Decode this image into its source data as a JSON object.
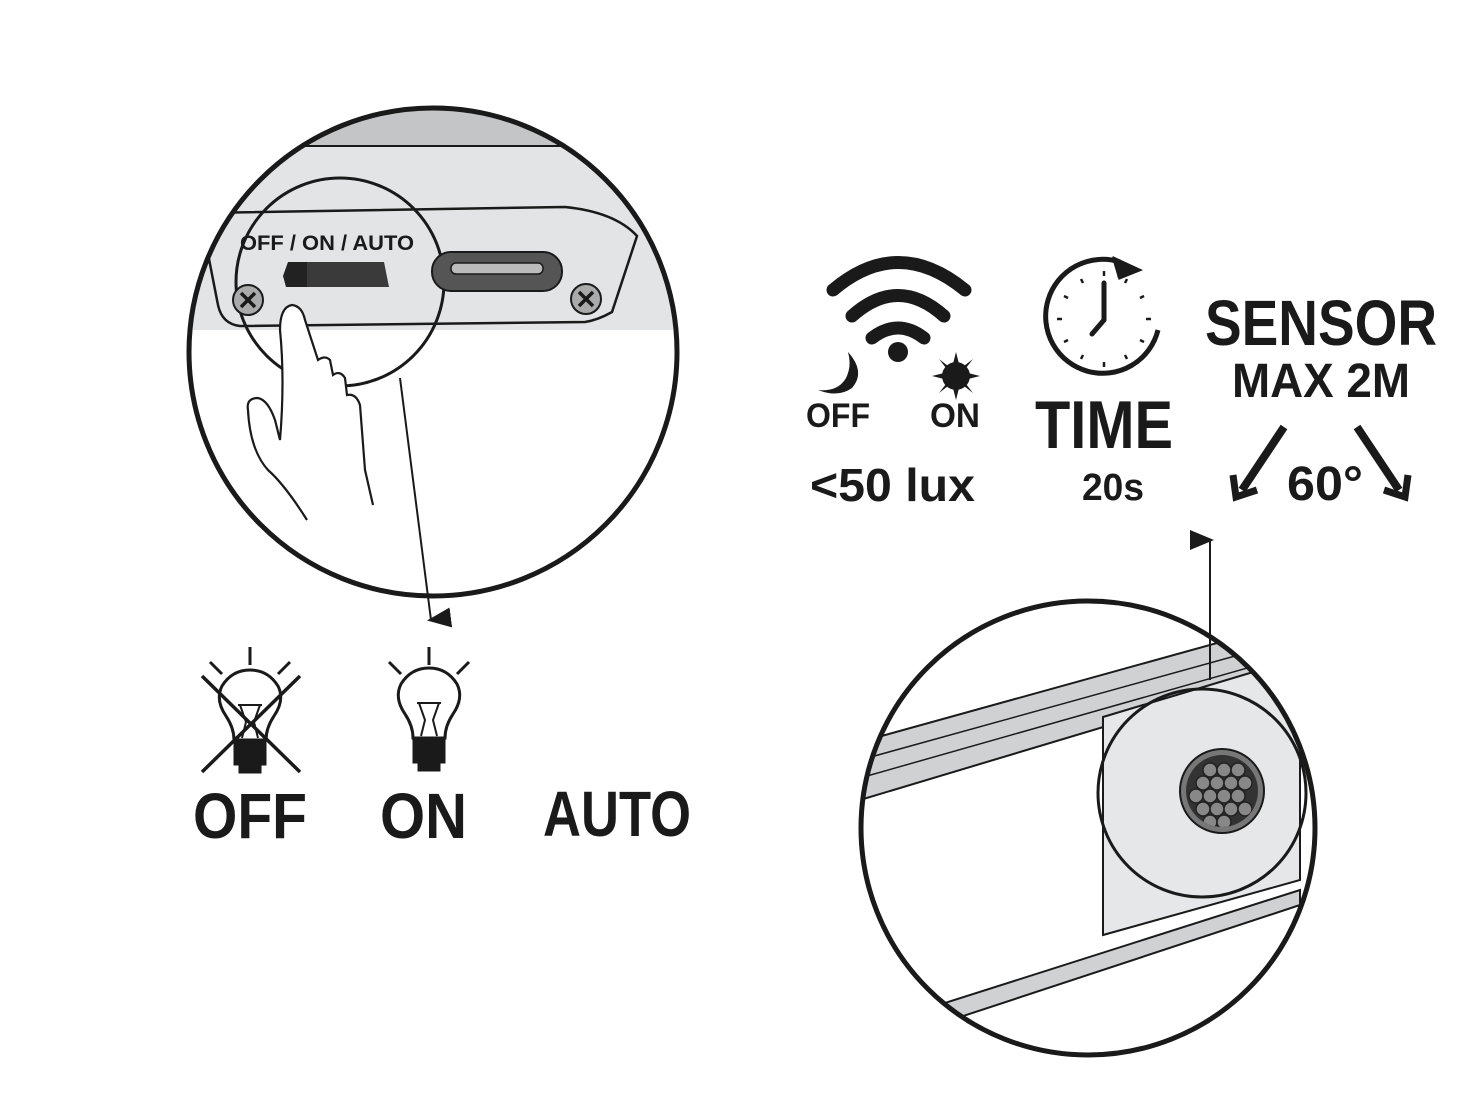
{
  "switch_detail": {
    "switch_label": "OFF / ON / AUTO"
  },
  "modes": [
    {
      "label": "OFF",
      "icon": "bulb-off-icon"
    },
    {
      "label": "ON",
      "icon": "bulb-on-icon"
    },
    {
      "label": "AUTO"
    }
  ],
  "specs": {
    "light": {
      "off_label": "OFF",
      "on_label": "ON",
      "value": "<50 lux"
    },
    "time": {
      "title": "TIME",
      "value": "20s"
    },
    "sensor": {
      "title": "SENSOR",
      "range": "MAX 2M",
      "angle": "60°"
    }
  },
  "colors": {
    "ink": "#1a1a1a",
    "panel": "#e3e4e5",
    "panel_dark": "#c4c5c7",
    "switch": "#3a3a3a"
  }
}
